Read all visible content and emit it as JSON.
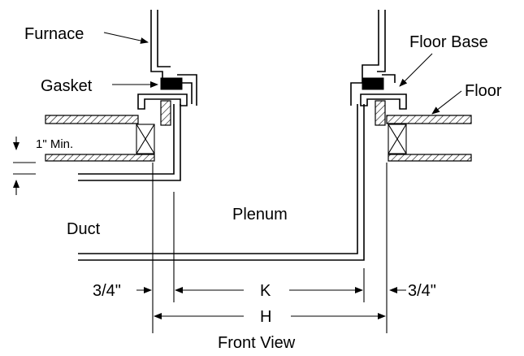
{
  "diagram": {
    "labels": {
      "furnace": "Furnace",
      "gasket": "Gasket",
      "floor_base": "Floor Base",
      "floor": "Floor",
      "min_clearance": "1\" Min.",
      "duct": "Duct",
      "plenum": "Plenum",
      "left_offset": "3/4\"",
      "right_offset": "3/4\"",
      "dim_k": "K",
      "dim_h": "H",
      "caption": "Front View"
    }
  }
}
